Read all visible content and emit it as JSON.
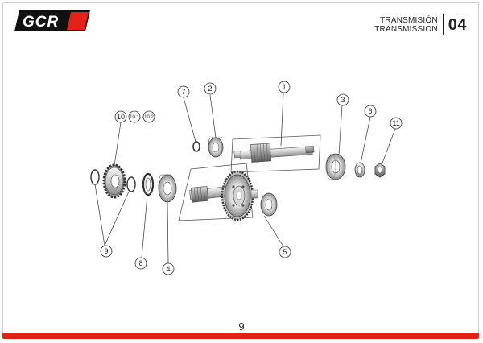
{
  "brand": {
    "logo_text": "GCR",
    "accent": "#e32119"
  },
  "header": {
    "title_es": "TRANSMISIÓN",
    "title_en": "TRANSMISSION",
    "section_number": "04"
  },
  "footer": {
    "page_number": "9"
  },
  "callouts": {
    "c1": "1",
    "c2": "2",
    "c3": "3",
    "c4": "4",
    "c5": "5",
    "c6": "6",
    "c7": "7",
    "c8": "8",
    "c9": "9",
    "c10": "10",
    "c10_1": "10.1",
    "c10_2": "10.2",
    "c11": "11"
  }
}
